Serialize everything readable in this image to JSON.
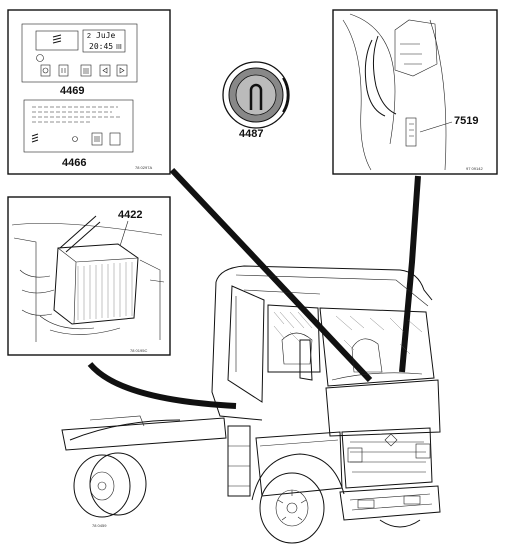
{
  "callouts": {
    "display_4469": "4469",
    "panel_4466": "4466",
    "key_4487": "4487",
    "module_7519": "7519",
    "battery_4422": "4422"
  },
  "display": {
    "line1_left": "2",
    "line1_right": "JuJe",
    "line2": "20:45",
    "line2_suffix": "III"
  },
  "reference_codes": {
    "top_left": "78 0297A",
    "top_right": "97 09142",
    "middle_left": "78 0195C",
    "bottom": "78 0459"
  },
  "colors": {
    "ink": "#111111",
    "paper": "#ffffff"
  },
  "icons": [
    "heater-icon",
    "fan-icon",
    "ventilation-icon",
    "timer-up-icon",
    "timer-down-icon",
    "ignition-key-icon",
    "truck-drawing"
  ]
}
